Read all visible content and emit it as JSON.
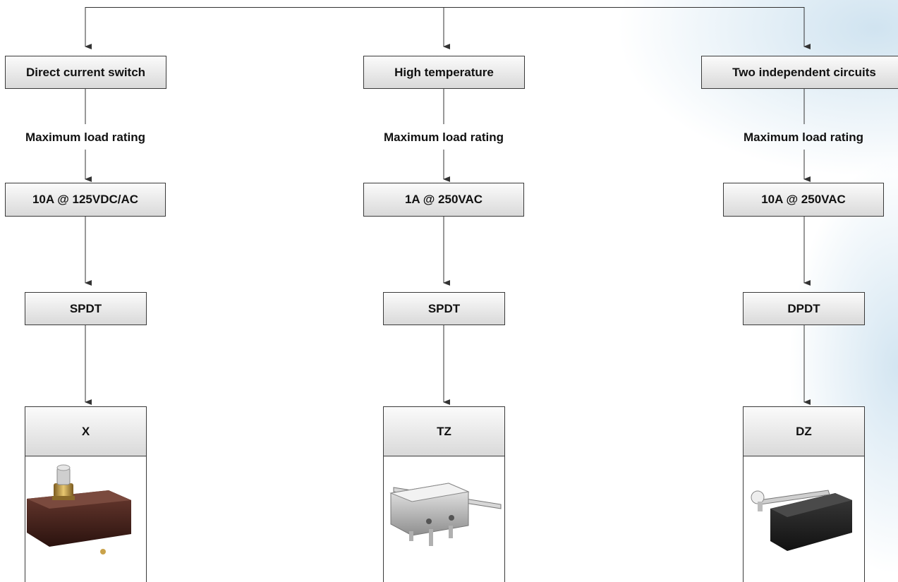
{
  "columns": [
    {
      "category": "Direct current switch",
      "load_label": "Maximum load rating",
      "rating": "10A @ 125VDC/AC",
      "contact": "SPDT",
      "model": "X",
      "image_icon": "pushbutton-microswitch-photo"
    },
    {
      "category": "High temperature",
      "load_label": "Maximum load rating",
      "rating": "1A @ 250VAC",
      "contact": "SPDT",
      "model": "TZ",
      "image_icon": "lever-microswitch-photo"
    },
    {
      "category": "Two independent circuits",
      "load_label": "Maximum load rating",
      "rating": "10A @ 250VAC",
      "contact": "DPDT",
      "model": "DZ",
      "image_icon": "roller-lever-microswitch-photo"
    }
  ],
  "colors": {
    "line": "#333333",
    "box_top": "#fbfbfb",
    "box_bottom": "#d9d9d9",
    "accent_glow": "#aacde4"
  }
}
